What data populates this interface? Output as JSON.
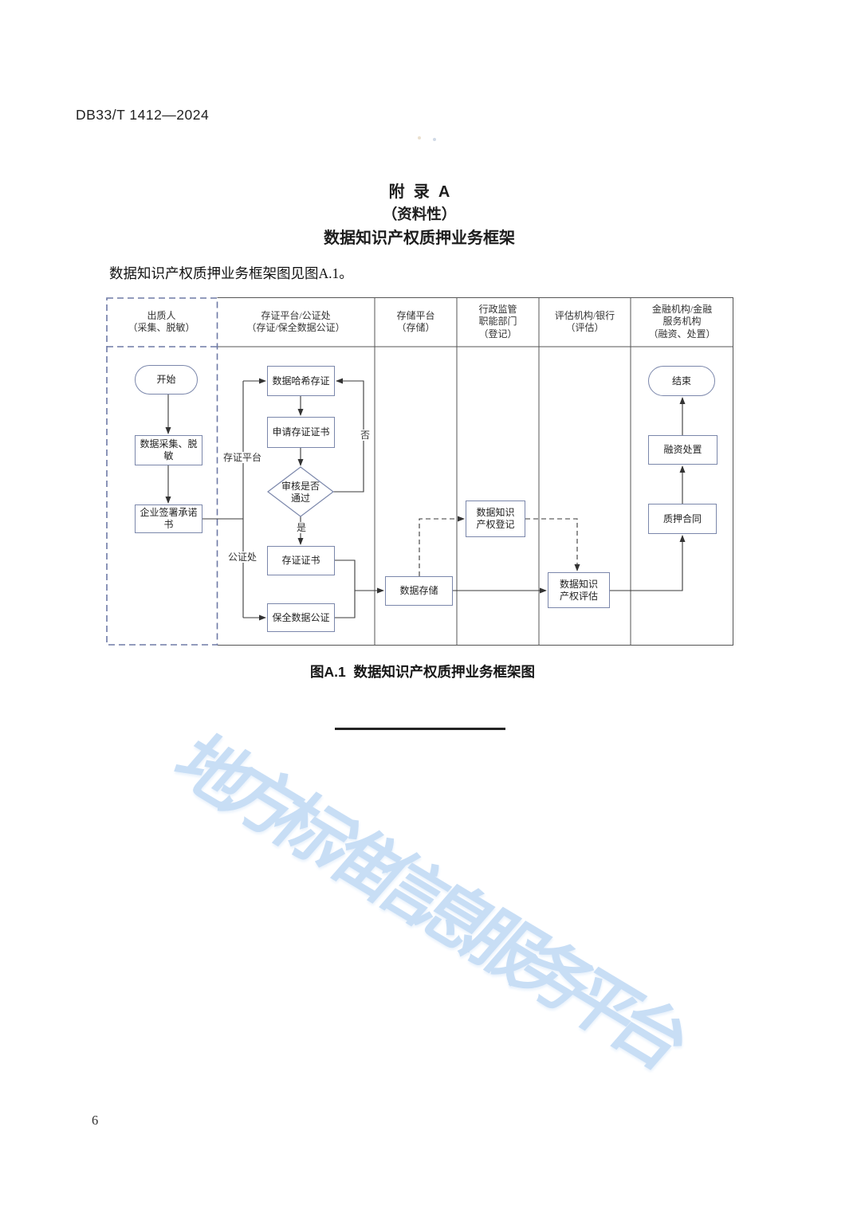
{
  "page": {
    "doc_code": "DB33/T 1412—2024",
    "page_number": "6"
  },
  "appendix": {
    "title_line1": "附  录  A",
    "title_line2": "（资料性）",
    "title_line3": "数据知识产权质押业务框架",
    "intro": "数据知识产权质押业务框架图见图A.1。",
    "figure_caption": "图A.1  数据知识产权质押业务框架图"
  },
  "watermark": {
    "text": "地方标准信息服务平台",
    "color": "#bdd7f4"
  },
  "flowchart": {
    "lanes": [
      {
        "label": "出质人\n（采集、脱敏）"
      },
      {
        "label": "存证平台/公证处\n（存证/保全数据公证）"
      },
      {
        "label": "存储平台\n（存储）"
      },
      {
        "label": "行政监管\n职能部门\n（登记）"
      },
      {
        "label": "评估机构/银行\n（评估）"
      },
      {
        "label": "金融机构/金融\n服务机构\n（融资、处置）"
      }
    ],
    "nodes": {
      "start": "开始",
      "collect": "数据采集、脱敏",
      "commit": "企业签署承诺书",
      "hash": "数据哈希存证",
      "apply": "申请存证证书",
      "review": "审核是否\n通过",
      "cert": "存证证书",
      "notary": "保全数据公证",
      "store": "数据存储",
      "register": "数据知识\n产权登记",
      "assess": "数据知识\n产权评估",
      "pledge": "质押合同",
      "finance": "融资处置",
      "end": "结束"
    },
    "labels": {
      "platform": "存证平台",
      "notary_office": "公证处",
      "no": "否",
      "yes": "是"
    },
    "colors": {
      "node_border": "#7b87ab",
      "connector": "#3a3a3a",
      "lane_border": "#555555",
      "dashed_lane_border": "#6e7aa6"
    }
  }
}
